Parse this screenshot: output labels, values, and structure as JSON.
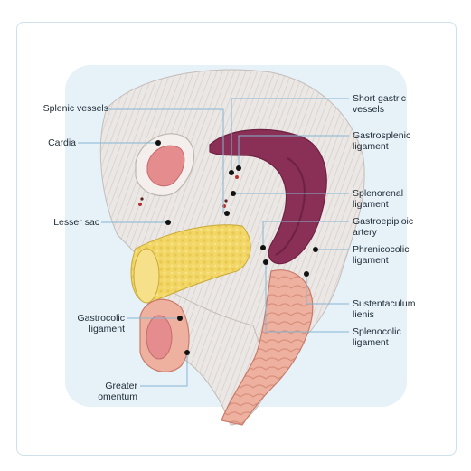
{
  "figure": {
    "labels_left": [
      {
        "id": "splenic-vessels",
        "text": "Splenic vessels"
      },
      {
        "id": "cardia",
        "text": "Cardia"
      },
      {
        "id": "lesser-sac",
        "text": "Lesser sac"
      },
      {
        "id": "gastrocolic-ligament",
        "line1": "Gastrocolic",
        "line2": "ligament"
      },
      {
        "id": "greater-omentum",
        "line1": "Greater",
        "line2": "omentum"
      }
    ],
    "labels_right": [
      {
        "id": "short-gastric-vessels",
        "line1": "Short gastric",
        "line2": "vessels"
      },
      {
        "id": "gastrosplenic-ligament",
        "line1": "Gastrosplenic",
        "line2": "ligament"
      },
      {
        "id": "splenorenal-ligament",
        "line1": "Splenorenal",
        "line2": "ligament"
      },
      {
        "id": "gastroepiploic-artery",
        "line1": "Gastroepiploic",
        "line2": "artery"
      },
      {
        "id": "phrenicocolic-ligament",
        "line1": "Phrenicocolic",
        "line2": "ligament"
      },
      {
        "id": "sustentaculum-lienis",
        "line1": "Sustentaculum",
        "line2": "lienis"
      },
      {
        "id": "splenocolic-ligament",
        "line1": "Splenocolic",
        "line2": "ligament"
      }
    ],
    "colors": {
      "card_border": "#cfe0ea",
      "background_blob": "#e6f1f8",
      "tissue": "#e9e6e4",
      "tissue_stroke": "#b9b2ad",
      "spleen": "#8a2f55",
      "spleen_dark": "#6e2243",
      "cardia_inner": "#e58d8e",
      "pancreas": "#f2d766",
      "colon": "#eea894",
      "colon_stroke": "#c97a6a",
      "leader_line": "#86b6d2",
      "marker": "#111111"
    }
  }
}
